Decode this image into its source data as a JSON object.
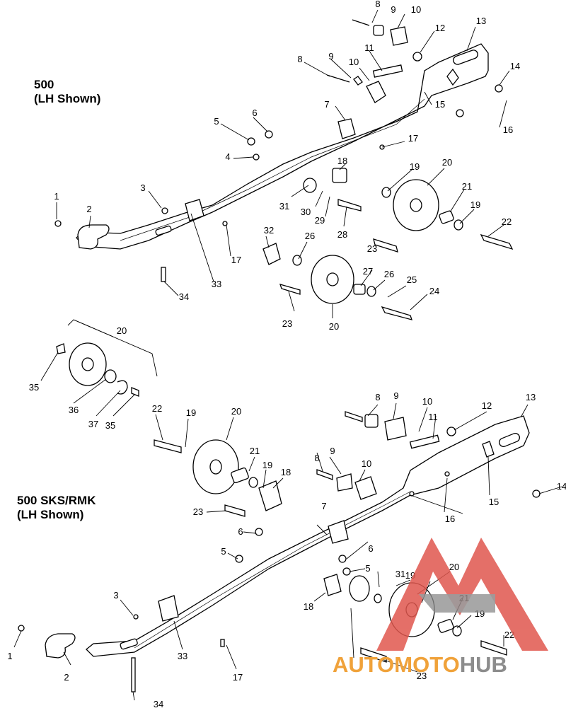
{
  "diagram": {
    "top_title": {
      "line1": "500",
      "line2": "(LH Shown)"
    },
    "bottom_title": {
      "line1": "500 SKS/RMK",
      "line2": "(LH Shown)"
    }
  },
  "callouts_top": [
    "8",
    "9",
    "10",
    "12",
    "13",
    "8",
    "9",
    "10",
    "11",
    "14",
    "15",
    "16",
    "7",
    "5",
    "6",
    "4",
    "17",
    "18",
    "19",
    "20",
    "21",
    "19",
    "22",
    "1",
    "3",
    "2",
    "31",
    "30",
    "29",
    "28",
    "32",
    "26",
    "17",
    "23",
    "27",
    "26",
    "25",
    "24",
    "33",
    "34",
    "23",
    "20"
  ],
  "callouts_detail": [
    "20",
    "35",
    "36",
    "37",
    "35"
  ],
  "callouts_bottom": [
    "8",
    "9",
    "10",
    "11",
    "12",
    "13",
    "22",
    "19",
    "20",
    "21",
    "19",
    "8",
    "9",
    "10",
    "18",
    "14",
    "15",
    "16",
    "23",
    "7",
    "6",
    "6",
    "5",
    "5",
    "31",
    "19",
    "20",
    "3",
    "18",
    "21",
    "19",
    "22",
    "1",
    "33",
    "17",
    "2",
    "23",
    "34"
  ],
  "watermark": {
    "brand_a": "AUTO",
    "brand_b": "MOTO",
    "brand_c": "HUB",
    "color_red": "#e0574e",
    "color_orange": "#f0a23a",
    "color_gray": "#8c8c8c"
  }
}
